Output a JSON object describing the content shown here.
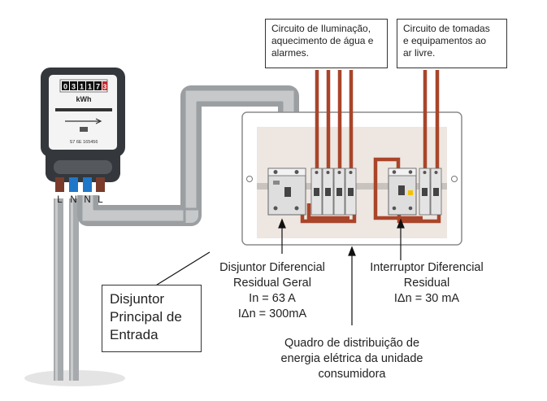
{
  "meter": {
    "digits": [
      "0",
      "3",
      "1",
      "1",
      "7"
    ],
    "red_digit": "3",
    "unit": "kWh",
    "serial": "S7 6E 165456",
    "terminals": [
      "L",
      "N",
      "N",
      "L"
    ]
  },
  "callouts": {
    "lighting": "Circuito de Iluminação,\naquecimento de água e\nalarmes.",
    "outlets": "Circuito de tomadas\ne equipamentos ao\nar livre."
  },
  "labels": {
    "main_breaker": "Disjuntor\nPrincipal de\nEntrada",
    "general_rcbo": [
      "Disjuntor Diferencial",
      "Residual Geral",
      "In = 63 A",
      "IΔn = 300mA"
    ],
    "rcd": [
      "Interruptor Diferencial",
      "Residual",
      "IΔn = 30 mA"
    ],
    "board": [
      "Quadro de distribuição de",
      "energia elétrica da unidade",
      "consumidora"
    ]
  },
  "colors": {
    "copper": "#a9452a",
    "cable_gray": "#a7aaad",
    "meter_body": "#34383c",
    "panel_bg": "#ede6e1",
    "neutral_blue": "#1f77c9"
  }
}
